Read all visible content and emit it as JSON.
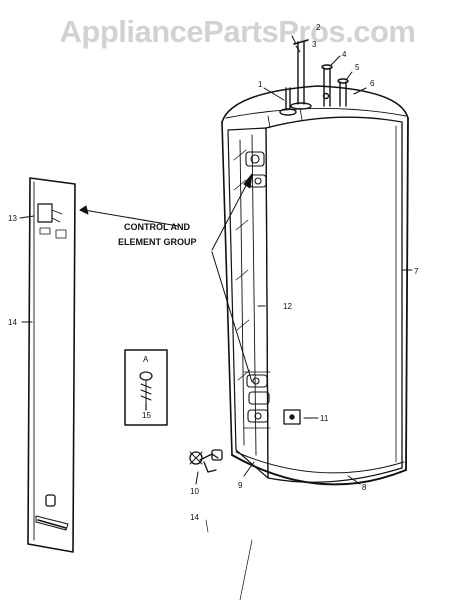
{
  "watermark": "AppliancePartsPros.com",
  "callout": {
    "line1": "CONTROL AND",
    "line2": "ELEMENT GROUP"
  },
  "part_numbers": {
    "p1": "1",
    "p2": "2",
    "p3": "3",
    "p4": "4",
    "p5": "5",
    "p6": "6",
    "p7": "7",
    "p8": "8",
    "p9": "9",
    "p10": "10",
    "p11": "11",
    "p12": "12",
    "p13": "13",
    "p14_panel": "14",
    "p14_bottom": "14",
    "p15": "15"
  },
  "screw_box": {
    "tag": "A"
  }
}
